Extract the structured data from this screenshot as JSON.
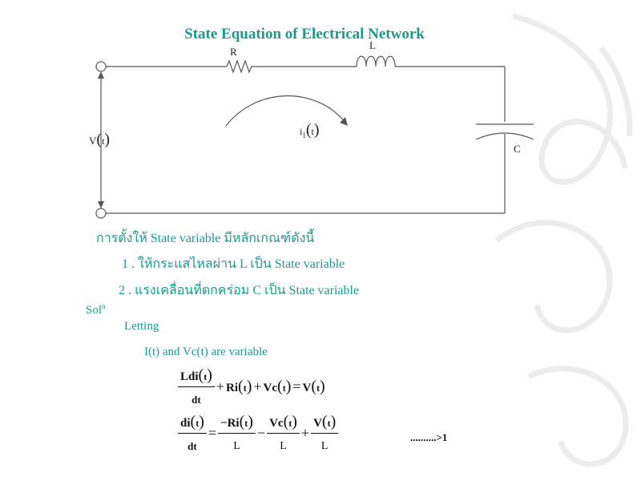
{
  "slide": {
    "title": "State Equation of Electrical Network",
    "circuit": {
      "resistor_label": "R",
      "inductor_label": "L",
      "capacitor_label": "C",
      "source_label": "V",
      "source_arg": "t",
      "current_label": "i",
      "current_sub": "1",
      "current_arg": "t"
    },
    "text": {
      "rule_heading": "การตั้งให้ State variable มีหลักเกณฑ์ดังนี้",
      "rule_1": "1 . ให้กระแสไหลผ่าน L เป็น State variable",
      "rule_2": "2 . แรงเคลื่อนที่ตกคร่อม C เป็น State variable",
      "sol": "Sol",
      "sol_sup": "n",
      "letting": "Letting",
      "variables": "I(t) and Vc(t) are variable"
    },
    "eq1": {
      "num": "Ldi",
      "arg": "t",
      "den": "dt",
      "plus1": "+",
      "term2": "Ri",
      "plus2": "+",
      "term3": "Vc",
      "equals": "=",
      "rhs": "V"
    },
    "eq2": {
      "lhs_num": "di",
      "lhs_den": "dt",
      "equals": "=",
      "f1_num": "−Ri",
      "f1_den": "L",
      "minus": "−",
      "f2_num": "Vc",
      "f2_den": "L",
      "plus": "+",
      "f3_num": "V",
      "f3_den": "L",
      "arg": "t",
      "ref": "..........>1"
    }
  }
}
